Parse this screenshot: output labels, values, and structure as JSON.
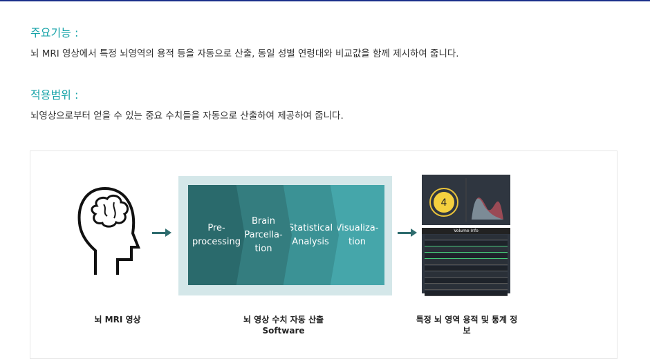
{
  "features": {
    "heading": "주요기능 :",
    "text": "뇌 MRI 영상에서 특정 뇌영역의 용적 등을 자동으로 산출, 동일 성별 연령대와 비교값을 함께 제시하여 줍니다."
  },
  "scope": {
    "heading": "적용범위 :",
    "text": "뇌영상으로부터 얻을 수 있는 중요 수치들을 자동으로 산출하여 제공하여 줍니다."
  },
  "diagram": {
    "steps": [
      "Pre-\nprocessing",
      "Brain\nParcella-\ntion",
      "Statistical\nAnalysis",
      "Visualiza-\ntion"
    ],
    "step_colors": [
      "#2a6a6c",
      "#347d7f",
      "#3b9295",
      "#45a6aa"
    ],
    "labels": {
      "input": "뇌 MRI 영상",
      "software_line1": "뇌 영상 수치 자동 산출",
      "software_line2": "Software",
      "output": "특정 뇌 영역 용적 및 통계 정보"
    },
    "screenshot": {
      "gauge_value": "4",
      "table_title": "Volume Info"
    }
  }
}
